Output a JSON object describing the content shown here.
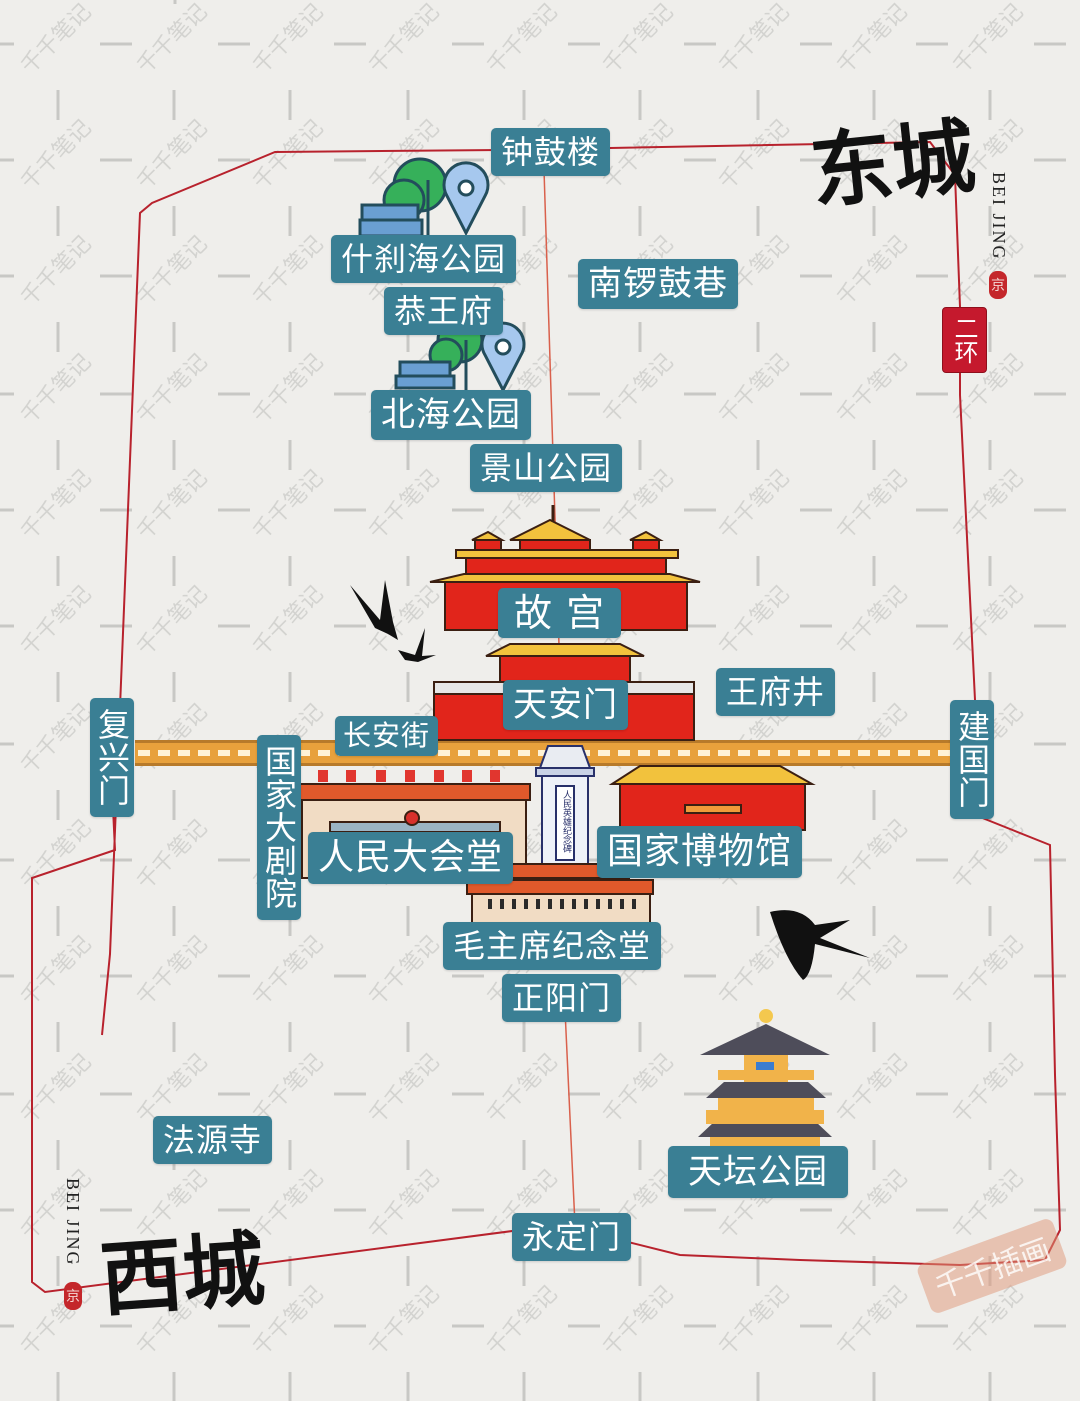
{
  "map": {
    "districts": {
      "east": {
        "name": "东城",
        "romanized": "BEI JING",
        "seal": "京"
      },
      "west": {
        "name": "西城",
        "romanized": "BEI JING",
        "seal": "京"
      }
    },
    "ring_road_tag": "二环",
    "road_label": "长安街",
    "watermark": "千千笔记",
    "stamp": "千千插画",
    "colors": {
      "background": "#efeeb",
      "label_bg": "#3a7f94",
      "ring_road": "#c5192d",
      "changan_street": "#e8a13c",
      "palace_red": "#e1251b",
      "roof_gold": "#f2c23d"
    },
    "landmarks": [
      {
        "id": "zhonggulou",
        "name": "钟鼓楼"
      },
      {
        "id": "shichahai",
        "name": "什刹海公园"
      },
      {
        "id": "gongwangfu",
        "name": "恭王府"
      },
      {
        "id": "nanluoguxiang",
        "name": "南锣鼓巷"
      },
      {
        "id": "beihai",
        "name": "北海公园"
      },
      {
        "id": "jingshan",
        "name": "景山公园"
      },
      {
        "id": "gugong",
        "name": "故 宫"
      },
      {
        "id": "tiananmen",
        "name": "天安门"
      },
      {
        "id": "wangfujing",
        "name": "王府井"
      },
      {
        "id": "fuxingmen",
        "name": "复兴门"
      },
      {
        "id": "jianguomen",
        "name": "建国门"
      },
      {
        "id": "guojiadajuyuan",
        "name": "国家大剧院"
      },
      {
        "id": "renmindahuitang",
        "name": "人民大会堂"
      },
      {
        "id": "guojiabowuguan",
        "name": "国家博物馆"
      },
      {
        "id": "maozhuxijinian",
        "name": "毛主席纪念堂"
      },
      {
        "id": "zhengyangmen",
        "name": "正阳门"
      },
      {
        "id": "fayuansi",
        "name": "法源寺"
      },
      {
        "id": "tiantan",
        "name": "天坛公园"
      },
      {
        "id": "yongdingmen",
        "name": "永定门"
      }
    ],
    "monument_text": "人民英雄纪念碑"
  }
}
